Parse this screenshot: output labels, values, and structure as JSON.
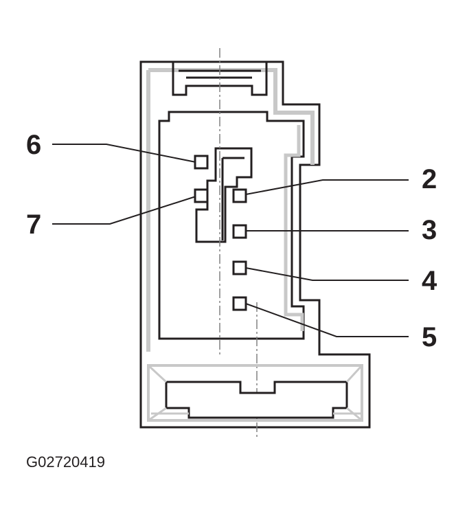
{
  "figure_id": "G02720419",
  "colors": {
    "outline": "#231f20",
    "face": "#ffffff",
    "bevel": "#c8c8c8",
    "centerline": "#808080"
  },
  "pins": [
    {
      "number": "6",
      "side": "left"
    },
    {
      "number": "7",
      "side": "left"
    },
    {
      "number": "2",
      "side": "right"
    },
    {
      "number": "3",
      "side": "right"
    },
    {
      "number": "4",
      "side": "right"
    },
    {
      "number": "5",
      "side": "right"
    }
  ]
}
